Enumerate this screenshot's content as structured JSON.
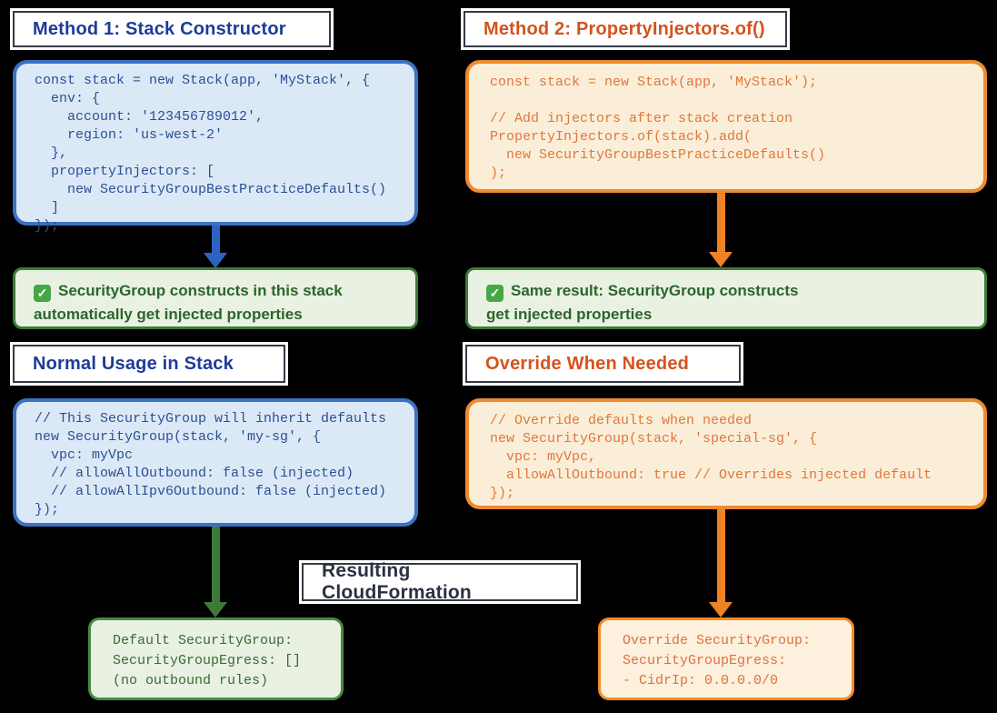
{
  "palette": {
    "background": "#000000",
    "blue_border": "#3a72c4",
    "blue_fill": "#dbe9f7",
    "blue_text": "#2d4f94",
    "blue_title": "#1d3c99",
    "orange_border": "#ee8b2f",
    "orange_fill": "#fbeed8",
    "orange_text": "#e0773d",
    "orange_title": "#d4531d",
    "green_border": "#3e7b39",
    "green_fill": "#e9f1e3",
    "green_text": "#2c662a",
    "dark_title": "#2a3140"
  },
  "icons": {
    "check": "✓"
  },
  "left": {
    "title": "Method 1: Stack Constructor",
    "code_constructor": "const stack = new Stack(app, 'MyStack', {\n  env: {\n    account: '123456789012',\n    region: 'us-west-2'\n  },\n  propertyInjectors: [\n    new SecurityGroupBestPracticeDefaults()\n  ]\n});",
    "result_text": "SecurityGroup constructs in this stack\nautomatically get injected properties",
    "usage_title": "Normal Usage in Stack",
    "code_usage": "// This SecurityGroup will inherit defaults\nnew SecurityGroup(stack, 'my-sg', {\n  vpc: myVpc\n  // allowAllOutbound: false (injected)\n  // allowAllIpv6Outbound: false (injected)\n});",
    "cloudformation_output": "Default SecurityGroup:\nSecurityGroupEgress: []\n(no outbound rules)"
  },
  "right": {
    "title": "Method 2: PropertyInjectors.of()",
    "code_injector": "const stack = new Stack(app, 'MyStack');\n\n// Add injectors after stack creation\nPropertyInjectors.of(stack).add(\n  new SecurityGroupBestPracticeDefaults()\n);",
    "result_text": "Same result: SecurityGroup constructs\nget injected properties",
    "override_title": "Override When Needed",
    "code_override": "// Override defaults when needed\nnew SecurityGroup(stack, 'special-sg', {\n  vpc: myVpc,\n  allowAllOutbound: true // Overrides injected default\n});",
    "cloudformation_output": "Override SecurityGroup:\nSecurityGroupEgress:\n- CidrIp: 0.0.0.0/0"
  },
  "center": {
    "title": "Resulting CloudFormation"
  }
}
